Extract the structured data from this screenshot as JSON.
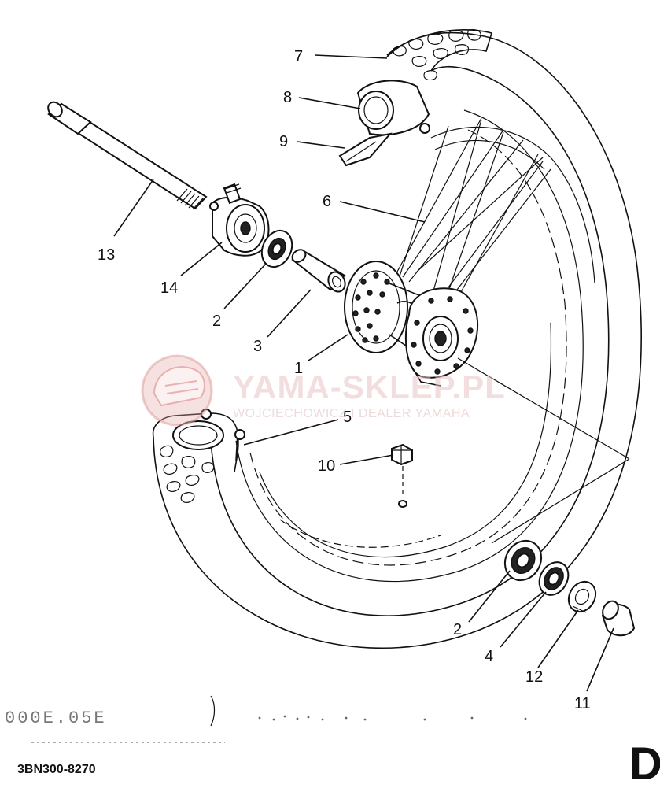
{
  "callouts": [
    {
      "id": "7",
      "text": "7"
    },
    {
      "id": "8",
      "text": "8"
    },
    {
      "id": "9",
      "text": "9"
    },
    {
      "id": "6",
      "text": "6"
    },
    {
      "id": "13",
      "text": "13"
    },
    {
      "id": "14",
      "text": "14"
    },
    {
      "id": "2a",
      "text": "2"
    },
    {
      "id": "3",
      "text": "3"
    },
    {
      "id": "1",
      "text": "1"
    },
    {
      "id": "5",
      "text": "5"
    },
    {
      "id": "10",
      "text": "10"
    },
    {
      "id": "2b",
      "text": "2"
    },
    {
      "id": "4",
      "text": "4"
    },
    {
      "id": "12",
      "text": "12"
    },
    {
      "id": "11",
      "text": "11"
    }
  ],
  "watermark": {
    "brand": "YAMA-SKLEP.PL",
    "tagline": "WOJCIECHOWICZ I DEALER YAMAHA",
    "logo_icon": "helmet-logo-icon"
  },
  "stamp_code": "000E.05E",
  "drawing_ref": "3BN300-8270",
  "page_letter": "D",
  "colors": {
    "line": "#111111",
    "watermark": "#e3b8b8",
    "background": "#ffffff"
  }
}
